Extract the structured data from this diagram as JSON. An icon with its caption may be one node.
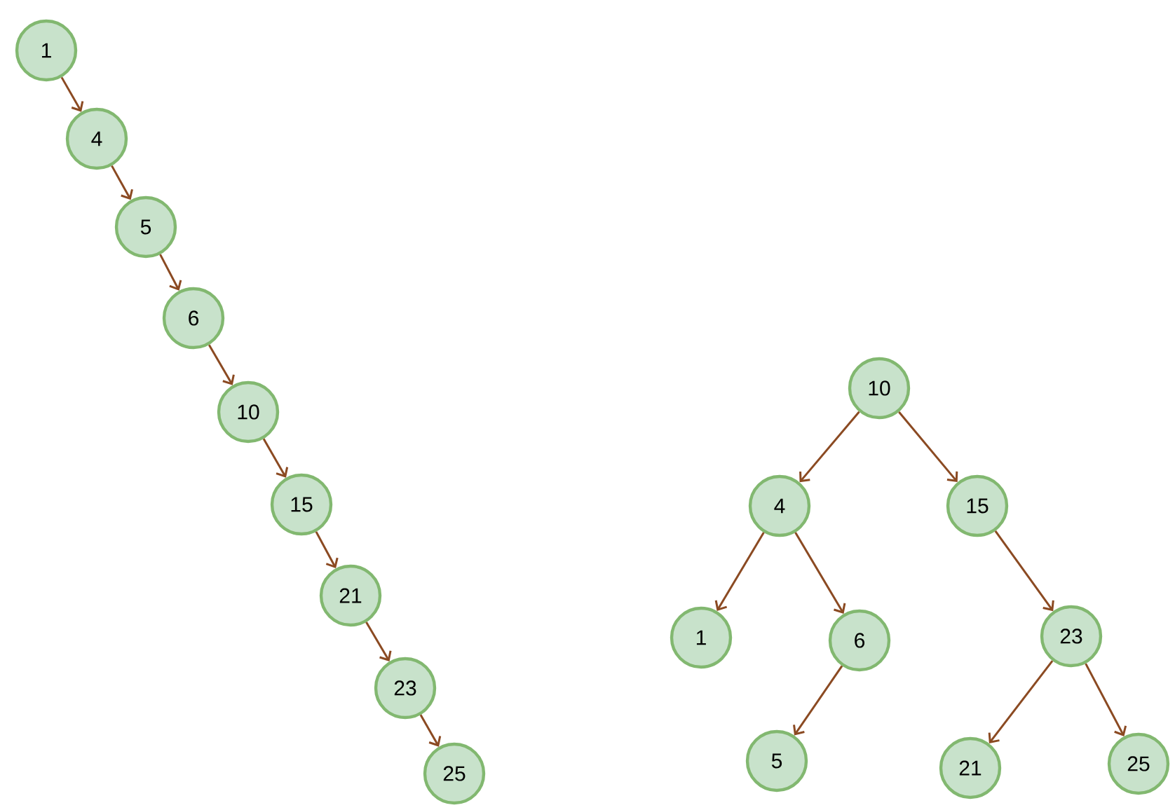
{
  "diagram": {
    "nodes": [
      {
        "text": [
          "1"
        ]
      },
      {
        "text": [
          "4"
        ]
      },
      {
        "text": [
          "5"
        ]
      },
      {
        "text": [
          "6"
        ]
      },
      {
        "text": [
          "10"
        ]
      },
      {
        "text": [
          "15"
        ]
      },
      {
        "text": [
          "21"
        ]
      },
      {
        "text": [
          "23"
        ]
      },
      {
        "text": [
          "25"
        ]
      },
      {
        "text": [
          "10"
        ]
      },
      {
        "text": [
          "4"
        ]
      },
      {
        "text": [
          "15"
        ]
      },
      {
        "text": [
          "1"
        ]
      },
      {
        "text": [
          "6"
        ]
      },
      {
        "text": [
          "23"
        ]
      },
      {
        "text": [
          "5"
        ]
      },
      {
        "text": [
          "21"
        ]
      },
      {
        "text": [
          "25"
        ]
      }
    ],
    "edges": [
      {
        "from": 0,
        "to": 1,
        "arrow": "to"
      },
      {
        "from": 1,
        "to": 2,
        "arrow": "to"
      },
      {
        "from": 2,
        "to": 3,
        "arrow": "to"
      },
      {
        "from": 3,
        "to": 4,
        "arrow": "to"
      },
      {
        "from": 4,
        "to": 5,
        "arrow": "to"
      },
      {
        "from": 5,
        "to": 6,
        "arrow": "to"
      },
      {
        "from": 6,
        "to": 7,
        "arrow": "to"
      },
      {
        "from": 7,
        "to": 8,
        "arrow": "to"
      },
      {
        "from": 9,
        "to": 10,
        "arrow": "to"
      },
      {
        "from": 9,
        "to": 11,
        "arrow": "to"
      },
      {
        "from": 10,
        "to": 12,
        "arrow": "to"
      },
      {
        "from": 10,
        "to": 13,
        "arrow": "to"
      },
      {
        "from": 11,
        "to": 14,
        "arrow": "to"
      },
      {
        "from": 13,
        "to": 15,
        "arrow": "to"
      },
      {
        "from": 14,
        "to": 16,
        "arrow": "to"
      },
      {
        "from": 14,
        "to": 17,
        "arrow": "to"
      }
    ]
  }
}
